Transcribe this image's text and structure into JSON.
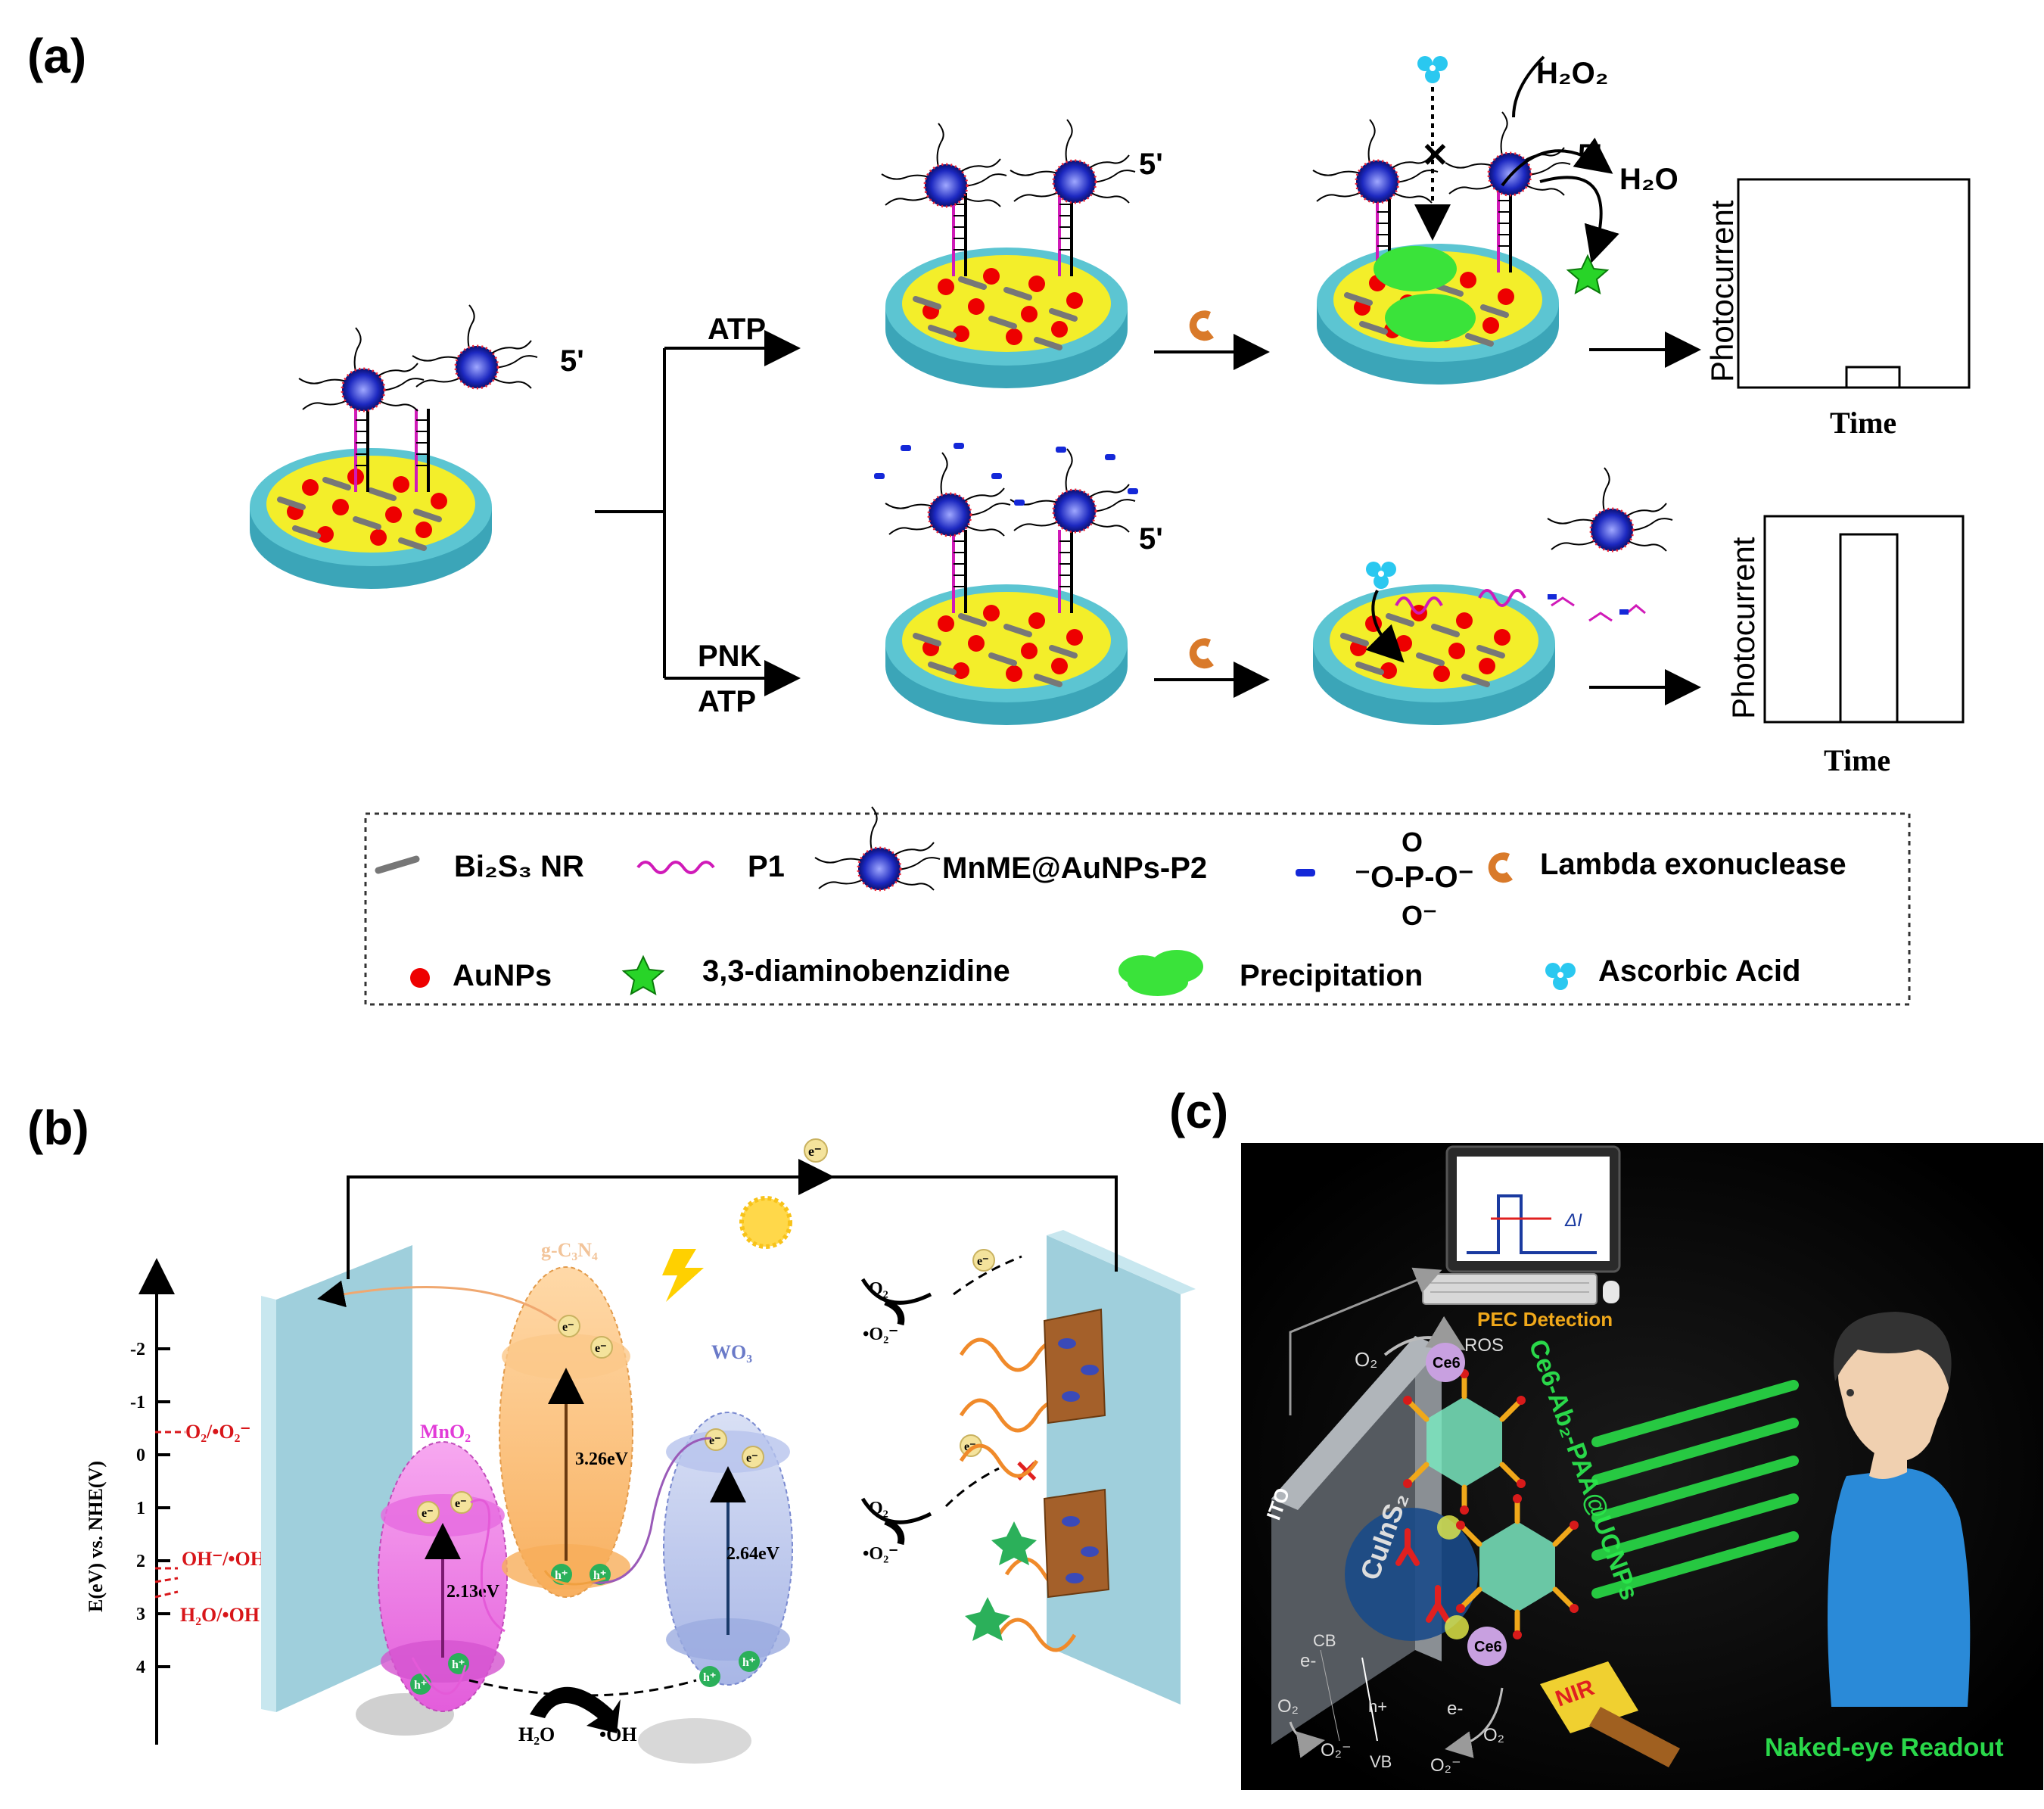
{
  "panel_a": {
    "label": "(a)",
    "five_prime": "5'",
    "atp": "ATP",
    "pnk": "PNK",
    "atp2": "ATP",
    "h2o2": "H₂O₂",
    "h2o": "H₂O",
    "photocurrent": "Photocurrent",
    "time": "Time",
    "legend": {
      "bi2s3": "Bi₂S₃ NR",
      "p1": "P1",
      "mnme": "MnME@AuNPs-P2",
      "phosphate": "⁻O-P-O⁻",
      "phos_o_top": "O",
      "phos_o_bottom": "O⁻",
      "lambda": "Lambda exonuclease",
      "aunps": "AuNPs",
      "dab": "3,3-diaminobenzidine",
      "precip": "Precipitation",
      "ascorbic": "Ascorbic Acid"
    }
  },
  "panel_b": {
    "label": "(b)",
    "yaxis": "E(eV) vs. NHE(V)",
    "ticks": [
      "-2",
      "-1",
      "0",
      "1",
      "2",
      "3",
      "4"
    ],
    "o2": "O₂/•O₂⁻",
    "oh": "OH⁻/•OH",
    "h2o_oh": "H₂O/•OH",
    "mno2": "MnO₂",
    "gcn": "g-C₃N₄",
    "wo3": "WO₃",
    "e_mno2": "2.13eV",
    "e_gcn": "3.26eV",
    "e_wo3": "2.64eV",
    "electron": "e⁻",
    "hole": "h⁺",
    "h2o": "H₂O",
    "ohr": "•OH",
    "o2a": "O₂",
    "o2r": "•O₂⁻"
  },
  "panel_c": {
    "label": "(c)",
    "pec": "PEC Detection",
    "ros": "ROS",
    "o2": "O₂",
    "ce6": "Ce6",
    "probe": "Ce6-Ab₂-PAA@UCNPs",
    "cuins2": "CuInS₂",
    "ito": "ITO",
    "cb": "CB",
    "vb": "VB",
    "eminus": "e-",
    "hplus": "h+",
    "o2m": "O₂⁻",
    "nir": "NIR",
    "naked": "Naked-eye Readout",
    "deltai": "ΔI"
  }
}
